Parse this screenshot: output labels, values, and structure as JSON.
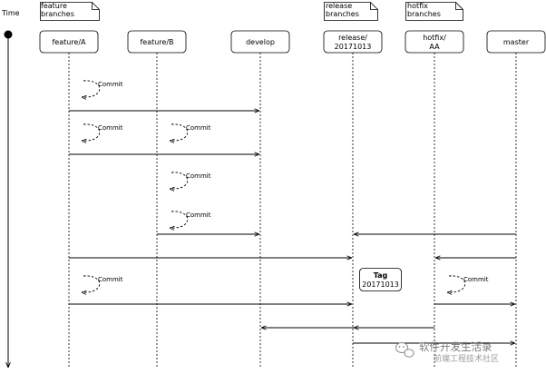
{
  "timeline": {
    "label": "Time"
  },
  "notes": [
    {
      "id": "feature",
      "line1": "feature",
      "line2": "branches"
    },
    {
      "id": "release",
      "line1": "release",
      "line2": "branches"
    },
    {
      "id": "hotfix",
      "line1": "hotfix",
      "line2": "branches"
    }
  ],
  "lanes": [
    {
      "id": "featureA",
      "label1": "feature/A",
      "label2": ""
    },
    {
      "id": "featureB",
      "label1": "feature/B",
      "label2": ""
    },
    {
      "id": "develop",
      "label1": "develop",
      "label2": ""
    },
    {
      "id": "release",
      "label1": "release/",
      "label2": "20171013"
    },
    {
      "id": "hotfix",
      "label1": "hotfix/",
      "label2": "AA"
    },
    {
      "id": "master",
      "label1": "master",
      "label2": ""
    }
  ],
  "commit_label": "Commit",
  "commits": [
    {
      "lane": "featureA",
      "order": 1
    },
    {
      "lane": "featureA",
      "order": 2
    },
    {
      "lane": "featureB",
      "order": 2
    },
    {
      "lane": "featureB",
      "order": 3
    },
    {
      "lane": "featureB",
      "order": 4
    },
    {
      "lane": "featureA",
      "order": 6
    },
    {
      "lane": "hotfix",
      "order": 6
    }
  ],
  "merges": [
    {
      "from": "featureA",
      "to": "develop",
      "order": 1
    },
    {
      "from": "featureA",
      "to": "develop",
      "order": 2
    },
    {
      "from": "master",
      "to": "release",
      "order": 4
    },
    {
      "from": "featureB",
      "to": "develop",
      "order": 4
    },
    {
      "from": "featureA",
      "to": "release",
      "order": 5
    },
    {
      "from": "master",
      "to": "hotfix",
      "order": 5
    },
    {
      "from": "featureA",
      "to": "release",
      "order": 6
    },
    {
      "from": "hotfix",
      "to": "master",
      "order": 6
    },
    {
      "from": "hotfix",
      "to": "release",
      "order": 7
    },
    {
      "from": "hotfix",
      "to": "develop",
      "order": 7
    },
    {
      "from": "release",
      "to": "master",
      "order": 8
    }
  ],
  "tag": {
    "title": "Tag",
    "value": "20171013"
  },
  "watermark": {
    "line1": "软件开发生活录",
    "line2": "前端工程技术社区"
  }
}
